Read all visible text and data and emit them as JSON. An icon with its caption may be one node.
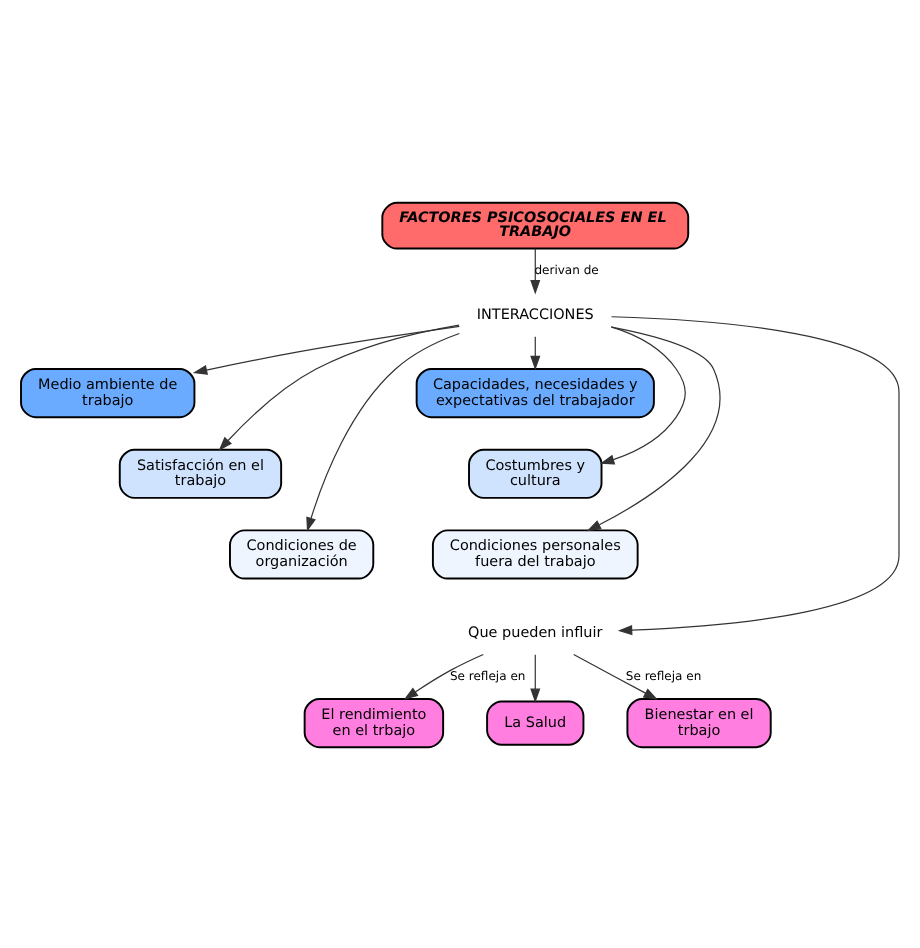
{
  "diagram": {
    "nodes": [
      {
        "text": [
          "FACTORES PSICOSOCIALES EN EL TRABAJO"
        ]
      },
      {
        "text": [
          "INTERACCIONES"
        ]
      },
      {
        "text": [
          "Medio ambiente de trabajo"
        ]
      },
      {
        "text": [
          "Satisfacción en el trabajo"
        ]
      },
      {
        "text": [
          "Condiciones de organización"
        ]
      },
      {
        "text": [
          "Capacidades, necesidades y expectativas del trabajador"
        ]
      },
      {
        "text": [
          "Costumbres y cultura"
        ]
      },
      {
        "text": [
          "Condiciones personales fuera del trabajo"
        ]
      },
      {
        "text": [
          "Que pueden influir"
        ]
      },
      {
        "text": [
          "El rendimiento en el trbajo"
        ]
      },
      {
        "text": [
          "La Salud"
        ]
      },
      {
        "text": [
          "Bienestar en el trbajo"
        ]
      }
    ],
    "edges": [
      {
        "from": 0,
        "to": 1,
        "arrow": "to",
        "label": "derivan de"
      },
      {
        "from": 1,
        "to": 2,
        "arrow": "to"
      },
      {
        "from": 1,
        "to": 3,
        "arrow": "to"
      },
      {
        "from": 1,
        "to": 4,
        "arrow": "to"
      },
      {
        "from": 1,
        "to": 5,
        "arrow": "to"
      },
      {
        "from": 1,
        "to": 6,
        "arrow": "to"
      },
      {
        "from": 1,
        "to": 7,
        "arrow": "to"
      },
      {
        "from": 1,
        "to": 8,
        "arrow": "to"
      },
      {
        "from": 8,
        "to": 9,
        "arrow": "to",
        "label": "Se refleja en"
      },
      {
        "from": 8,
        "to": 10,
        "arrow": "to"
      },
      {
        "from": 8,
        "to": 11,
        "arrow": "to",
        "label": "Se refleja en"
      }
    ]
  }
}
